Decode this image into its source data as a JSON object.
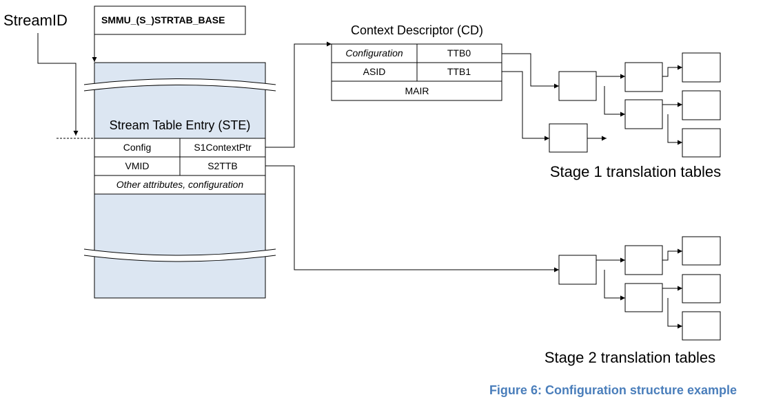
{
  "labels": {
    "stream_id": "StreamID",
    "strtab_base": "SMMU_(S_)STRTAB_BASE",
    "ste_title": "Stream Table Entry (STE)",
    "cd_title": "Context Descriptor (CD)",
    "stage1": "Stage 1 translation tables",
    "stage2": "Stage 2 translation tables",
    "caption": "Figure 6: Configuration structure example"
  },
  "ste": {
    "config": "Config",
    "s1_context_ptr": "S1ContextPtr",
    "vmid": "VMID",
    "s2ttb": "S2TTB",
    "other": "Other attributes, configuration"
  },
  "cd": {
    "configuration": "Configuration",
    "ttb0": "TTB0",
    "asid": "ASID",
    "ttb1": "TTB1",
    "mair": "MAIR"
  },
  "colors": {
    "stream_table_fill": "#dce6f2",
    "caption": "#4a7ebb"
  }
}
